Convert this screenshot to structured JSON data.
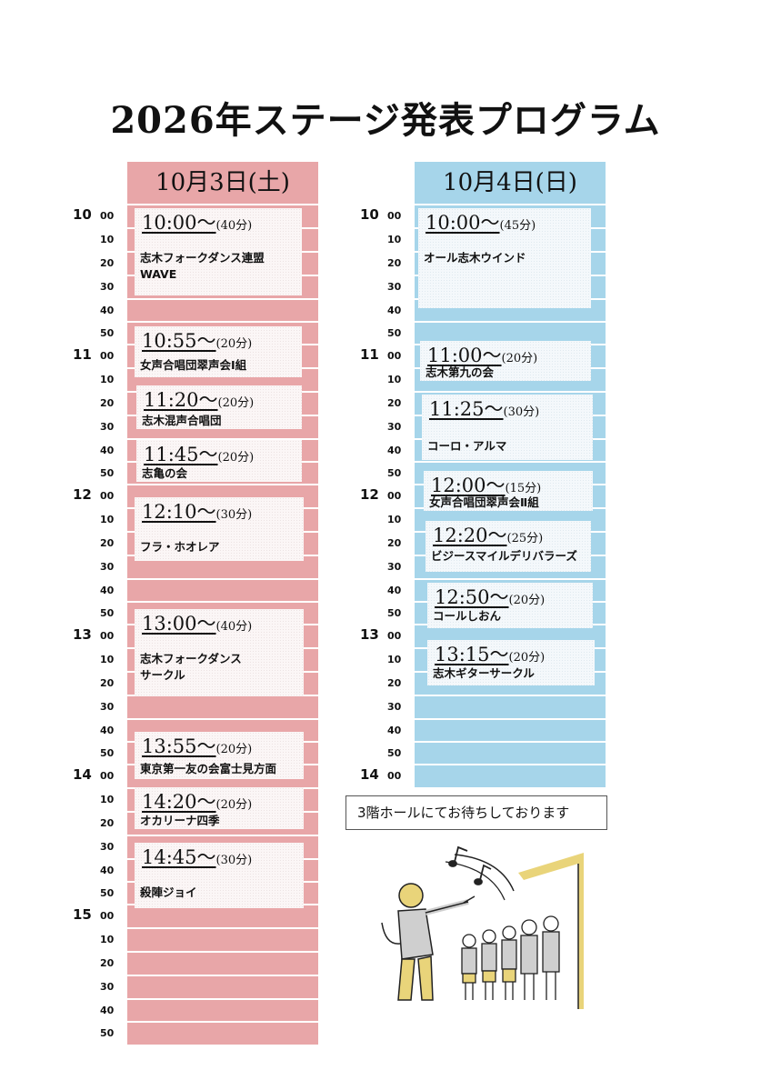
{
  "title": "2026年ステージ発表プログラム",
  "colors": {
    "pink": "#e8a6a8",
    "blue": "#a6d5ea",
    "card_pink": "#fbf6f6",
    "card_blue": "#f4f8fb",
    "accent_yellow": "#e9d47a"
  },
  "day1": {
    "header": "10月3日(土)",
    "hours": [
      "10",
      "11",
      "12",
      "13",
      "14",
      "15"
    ],
    "minutes": [
      "00",
      "10",
      "20",
      "30",
      "40",
      "50"
    ],
    "events": [
      {
        "time": "10:00〜",
        "dur": "(40分)",
        "name1": "志木フォークダンス連盟",
        "name2": "WAVE"
      },
      {
        "time": "10:55〜",
        "dur": "(20分)",
        "name1": "女声合唱団翠声会Ⅰ組",
        "name2": ""
      },
      {
        "time": "11:20〜",
        "dur": "(20分)",
        "name1": "志木混声合唱団",
        "name2": ""
      },
      {
        "time": "11:45〜",
        "dur": "(20分)",
        "name1": "志亀の会",
        "name2": ""
      },
      {
        "time": "12:10〜",
        "dur": "(30分)",
        "name1": "フラ・ホオレア",
        "name2": ""
      },
      {
        "time": "13:00〜",
        "dur": "(40分)",
        "name1": "志木フォークダンス",
        "name2": "サークル"
      },
      {
        "time": "13:55〜",
        "dur": "(20分)",
        "name1": "東京第一友の会富士見方面",
        "name2": ""
      },
      {
        "time": "14:20〜",
        "dur": "(20分)",
        "name1": "オカリーナ四季",
        "name2": ""
      },
      {
        "time": "14:45〜",
        "dur": "(30分)",
        "name1": "殺陣ジョイ",
        "name2": ""
      }
    ]
  },
  "day2": {
    "header": "10月4日(日)",
    "hours": [
      "10",
      "11",
      "12",
      "13",
      "14"
    ],
    "minutes": [
      "00",
      "10",
      "20",
      "30",
      "40",
      "50"
    ],
    "events": [
      {
        "time": "10:00〜",
        "dur": "(45分)",
        "name1": "オール志木ウインド",
        "name2": ""
      },
      {
        "time": "11:00〜",
        "dur": "(20分)",
        "name1": "志木第九の会",
        "name2": ""
      },
      {
        "time": "11:25〜",
        "dur": "(30分)",
        "name1": "コーロ・アルマ",
        "name2": ""
      },
      {
        "time": "12:00〜",
        "dur": "(15分)",
        "name1": "女声合唱団翠声会Ⅱ組",
        "name2": ""
      },
      {
        "time": "12:20〜",
        "dur": "(25分)",
        "name1": "ビジースマイルデリバラーズ",
        "name2": ""
      },
      {
        "time": "12:50〜",
        "dur": "(20分)",
        "name1": "コールしおん",
        "name2": ""
      },
      {
        "time": "13:15〜",
        "dur": "(20分)",
        "name1": "志木ギターサークル",
        "name2": ""
      }
    ]
  },
  "notice": "3階ホールにてお待ちしております",
  "illustration_icon": "choir-conductor-illustration"
}
